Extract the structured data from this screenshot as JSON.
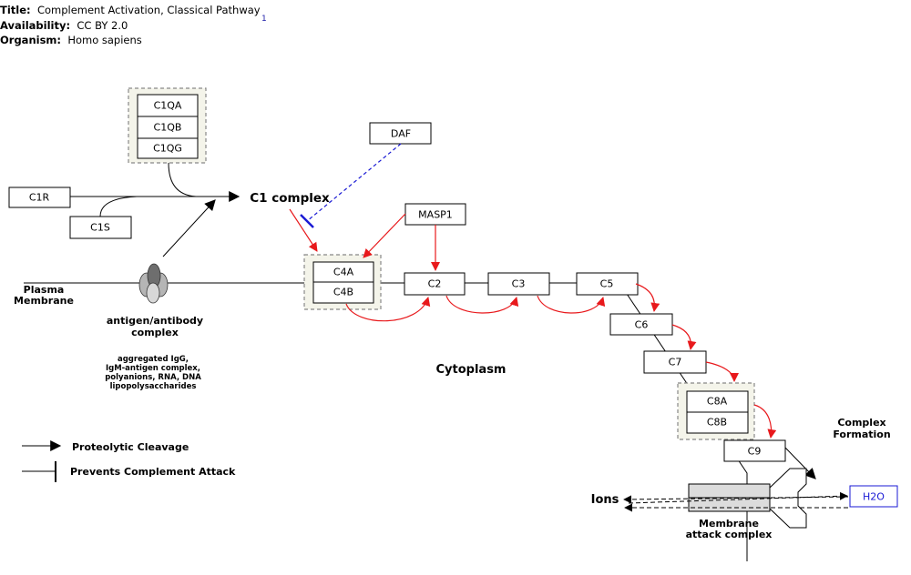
{
  "header": {
    "title_label": "Title:",
    "title_value": "Complement Activation, Classical Pathway",
    "availability_label": "Availability:",
    "availability_value": "CC BY 2.0",
    "organism_label": "Organism:",
    "organism_value": "Homo sapiens",
    "reference": "1"
  },
  "nodes": {
    "c1qa": "C1QA",
    "c1qb": "C1QB",
    "c1qg": "C1QG",
    "c1r": "C1R",
    "c1s": "C1S",
    "daf": "DAF",
    "masp1": "MASP1",
    "c4a": "C4A",
    "c4b": "C4B",
    "c2": "C2",
    "c3": "C3",
    "c5": "C5",
    "c6": "C6",
    "c7": "C7",
    "c8a": "C8A",
    "c8b": "C8B",
    "c9": "C9",
    "h2o": "H2O"
  },
  "labels": {
    "c1_complex": "C1 complex",
    "plasma_membrane_1": "Plasma",
    "plasma_membrane_2": "Membrane",
    "antigen_1": "antigen/antibody",
    "antigen_2": "complex",
    "activators": [
      "aggregated IgG,",
      "IgM-antigen complex,",
      "polyanions, RNA, DNA",
      "lipopolysaccharides"
    ],
    "cytoplasm": "Cytoplasm",
    "complex_formation_1": "Complex",
    "complex_formation_2": "Formation",
    "ions": "Ions",
    "mac_1": "Membrane",
    "mac_2": "attack complex"
  },
  "legend": {
    "cleavage": "Proteolytic Cleavage",
    "prevents": "Prevents Complement Attack"
  },
  "colors": {
    "cleavage_red": "#e8191c",
    "inhibition_blue": "#1a1ad4",
    "group_fill": "#f4f4ea",
    "node_h2o": "#1a1ad4"
  }
}
